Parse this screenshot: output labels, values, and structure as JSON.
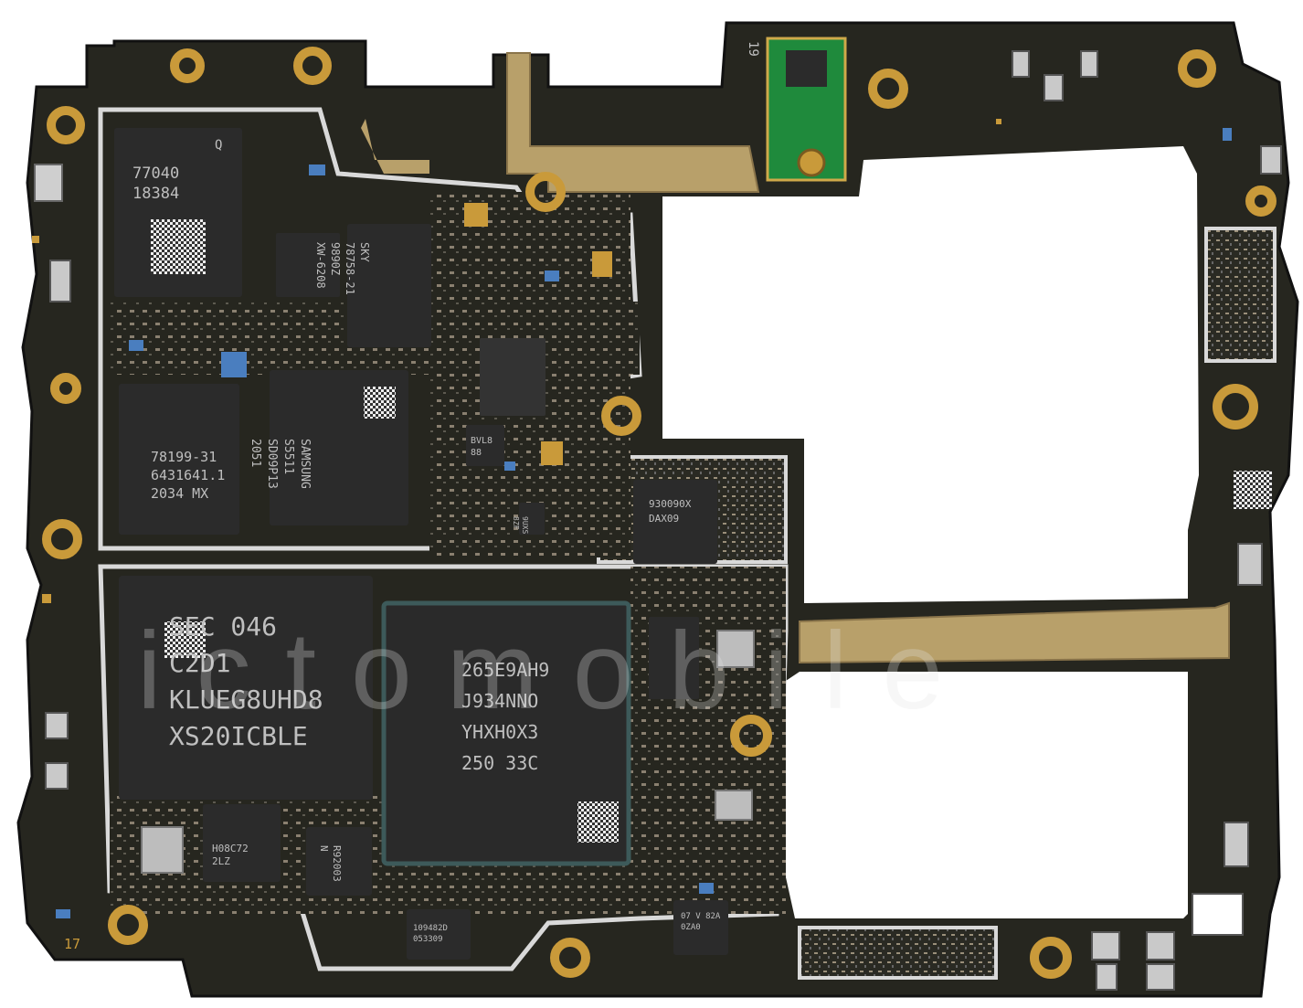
{
  "board": {
    "colors": {
      "pcb": "#26261f",
      "pcb_edge": "#1a1a15",
      "shield": "#d9d9d9",
      "gold": "#c99a3a",
      "copper": "#b8a06a",
      "chip": "#2b2b2b",
      "green_board": "#1f8a3c",
      "blue_cap": "#4a7ebf"
    },
    "chips": [
      {
        "id": "chip-77040",
        "lines": [
          "77040",
          "18384"
        ],
        "corner_label": "Q"
      },
      {
        "id": "chip-skyworks",
        "lines": [
          "SKY",
          "78758-21",
          "9890Z",
          "XW-6208"
        ]
      },
      {
        "id": "chip-78199",
        "lines": [
          "78199-31",
          "6431641.1",
          "2034   MX"
        ]
      },
      {
        "id": "chip-samsung-pmic",
        "lines": [
          "SAMSUNG",
          "S5511",
          "SD09P13",
          "2051"
        ]
      },
      {
        "id": "chip-ufs",
        "lines": [
          "SEC 046",
          "C2D1",
          "KLUEG8UHD8",
          "XS20ICBLE"
        ]
      },
      {
        "id": "chip-soc",
        "lines": [
          "265E9AH9",
          "J934NNO",
          "YHXH0X3",
          "250  33C"
        ]
      },
      {
        "id": "chip-930090x",
        "lines": [
          "930090X",
          "DAX09"
        ]
      },
      {
        "id": "chip-h08c72",
        "lines": [
          "H08C72",
          "2LZ"
        ]
      },
      {
        "id": "chip-r92003",
        "lines": [
          "R92003",
          "N"
        ]
      },
      {
        "id": "chip-109482d",
        "lines": [
          "109482D",
          "053309"
        ]
      },
      {
        "id": "chip-07v82a",
        "lines": [
          "07 V 82A",
          "0ZA0"
        ]
      },
      {
        "id": "chip-bvl8",
        "lines": [
          "BVL8",
          "88"
        ]
      },
      {
        "id": "chip-small-a",
        "lines": [
          "9UXS",
          "8ZF"
        ]
      }
    ],
    "edge_labels": [
      "17",
      "19"
    ],
    "watermark": "ictomobile"
  }
}
